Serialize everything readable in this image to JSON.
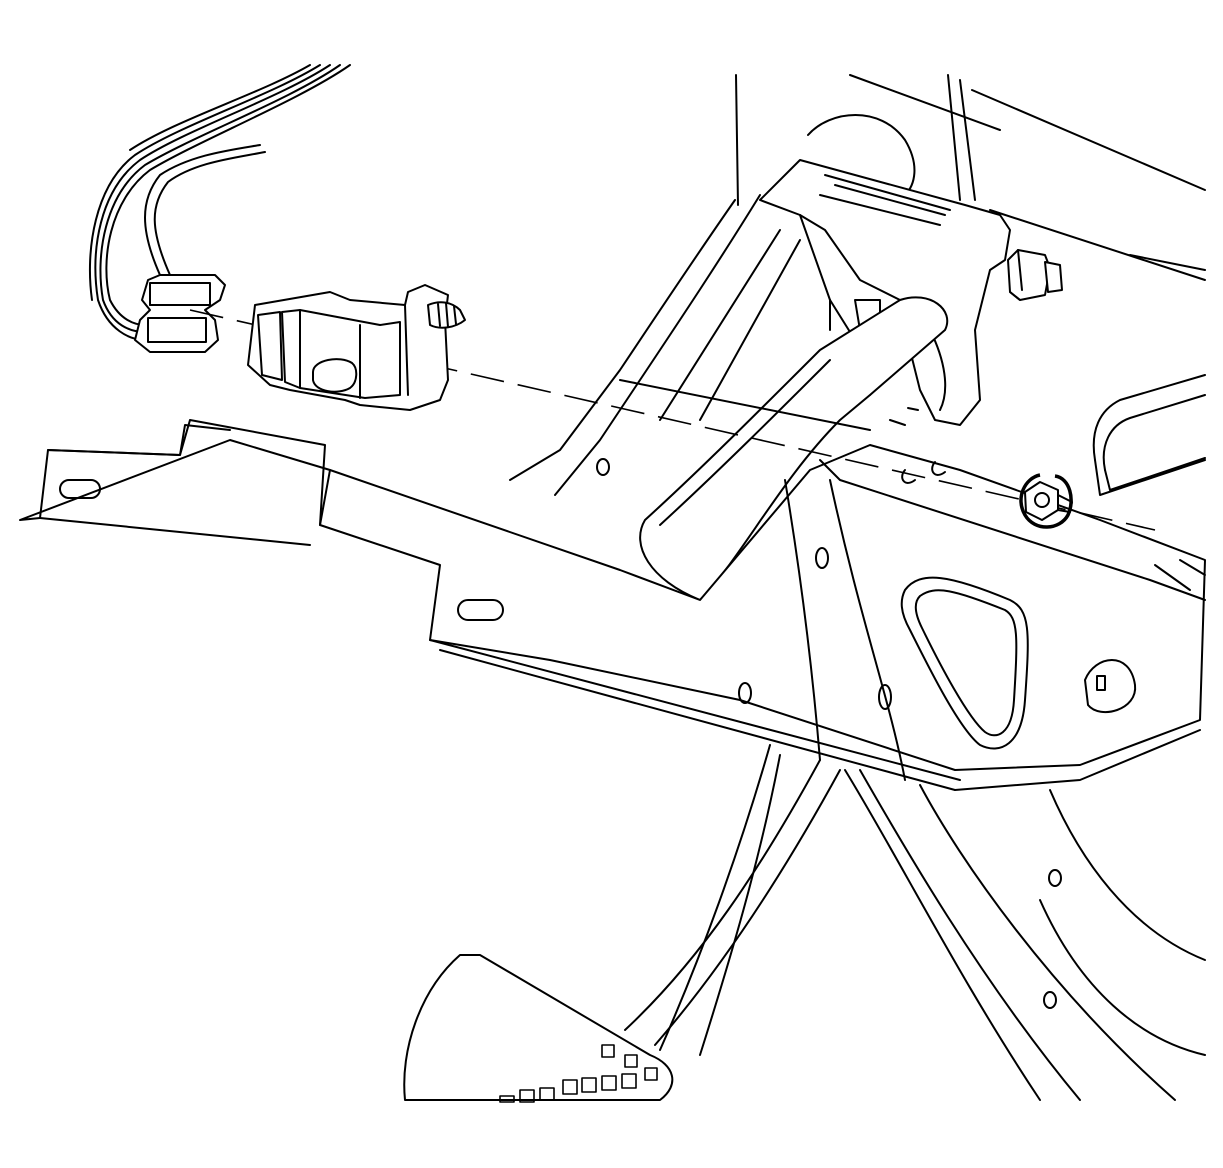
{
  "figure": {
    "type": "exploded-view line drawing",
    "parts": [
      "wiring-harness",
      "harness-connector",
      "pedal-position-switch",
      "switch-retainer-clip",
      "pedal-bracket",
      "pivot-bolt",
      "pivot-nut",
      "brake-pedal-arm",
      "brake-pedal-pad"
    ],
    "line_color": "#000000",
    "background_color": "#ffffff"
  }
}
